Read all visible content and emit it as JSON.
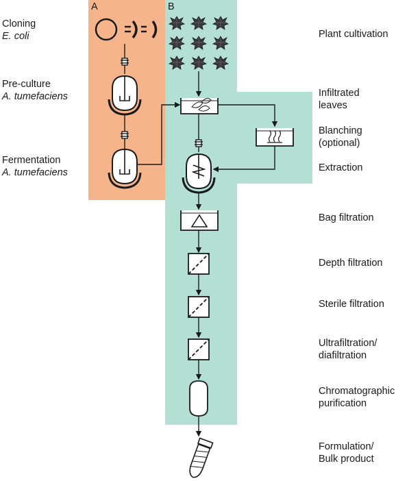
{
  "panels": {
    "a_label": "A",
    "b_label": "B"
  },
  "colors": {
    "panel_a": "#F5B48A",
    "panel_b": "#B4E0D4",
    "stroke": "#1a1a1a"
  },
  "left_labels": {
    "cloning": "Cloning",
    "cloning_organism": "E. coli",
    "preculture": "Pre-culture",
    "preculture_organism": "A. tumefaciens",
    "fermentation": "Fermentation",
    "fermentation_organism": "A. tumefaciens"
  },
  "right_labels": {
    "plant_cultivation": "Plant cultivation",
    "infiltrated_1": "Infiltrated",
    "infiltrated_2": "leaves",
    "blanching_1": "Blanching",
    "blanching_2": "(optional)",
    "extraction": "Extraction",
    "bag_filtration": "Bag filtration",
    "depth_filtration": "Depth filtration",
    "sterile_filtration": "Sterile filtration",
    "ultrafiltration_1": "Ultrafiltration/",
    "ultrafiltration_2": "diafiltration",
    "chromatography_1": "Chromatographic",
    "chromatography_2": "purification",
    "formulation_1": "Formulation/",
    "formulation_2": "Bulk product"
  },
  "icons": [
    "plasmid-icon",
    "plant-icon",
    "bioreactor-icon",
    "coupling-icon",
    "leaves-tank-icon",
    "blanching-bath-icon",
    "extraction-reactor-icon",
    "bag-filter-icon",
    "depth-filter-icon",
    "sterile-filter-icon",
    "ultrafilter-icon",
    "chromatography-column-icon",
    "product-tube-icon"
  ]
}
